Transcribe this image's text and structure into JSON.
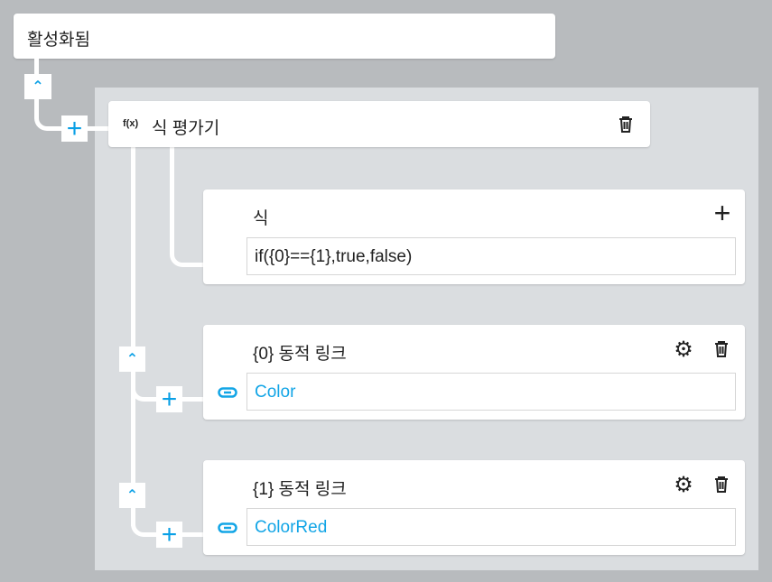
{
  "activated": {
    "title": "활성화됨"
  },
  "evaluator": {
    "fx_label": "f(x)",
    "title": "식 평가기"
  },
  "expression": {
    "label": "식",
    "value": "if({0}=={1},true,false)"
  },
  "links": [
    {
      "title": "{0} 동적 링크",
      "value": "Color"
    },
    {
      "title": "{1} 동적 링크",
      "value": "ColorRed"
    }
  ],
  "colors": {
    "accent": "#12a5e6",
    "background": "#b8bbbe",
    "panel": "#dadde0"
  }
}
